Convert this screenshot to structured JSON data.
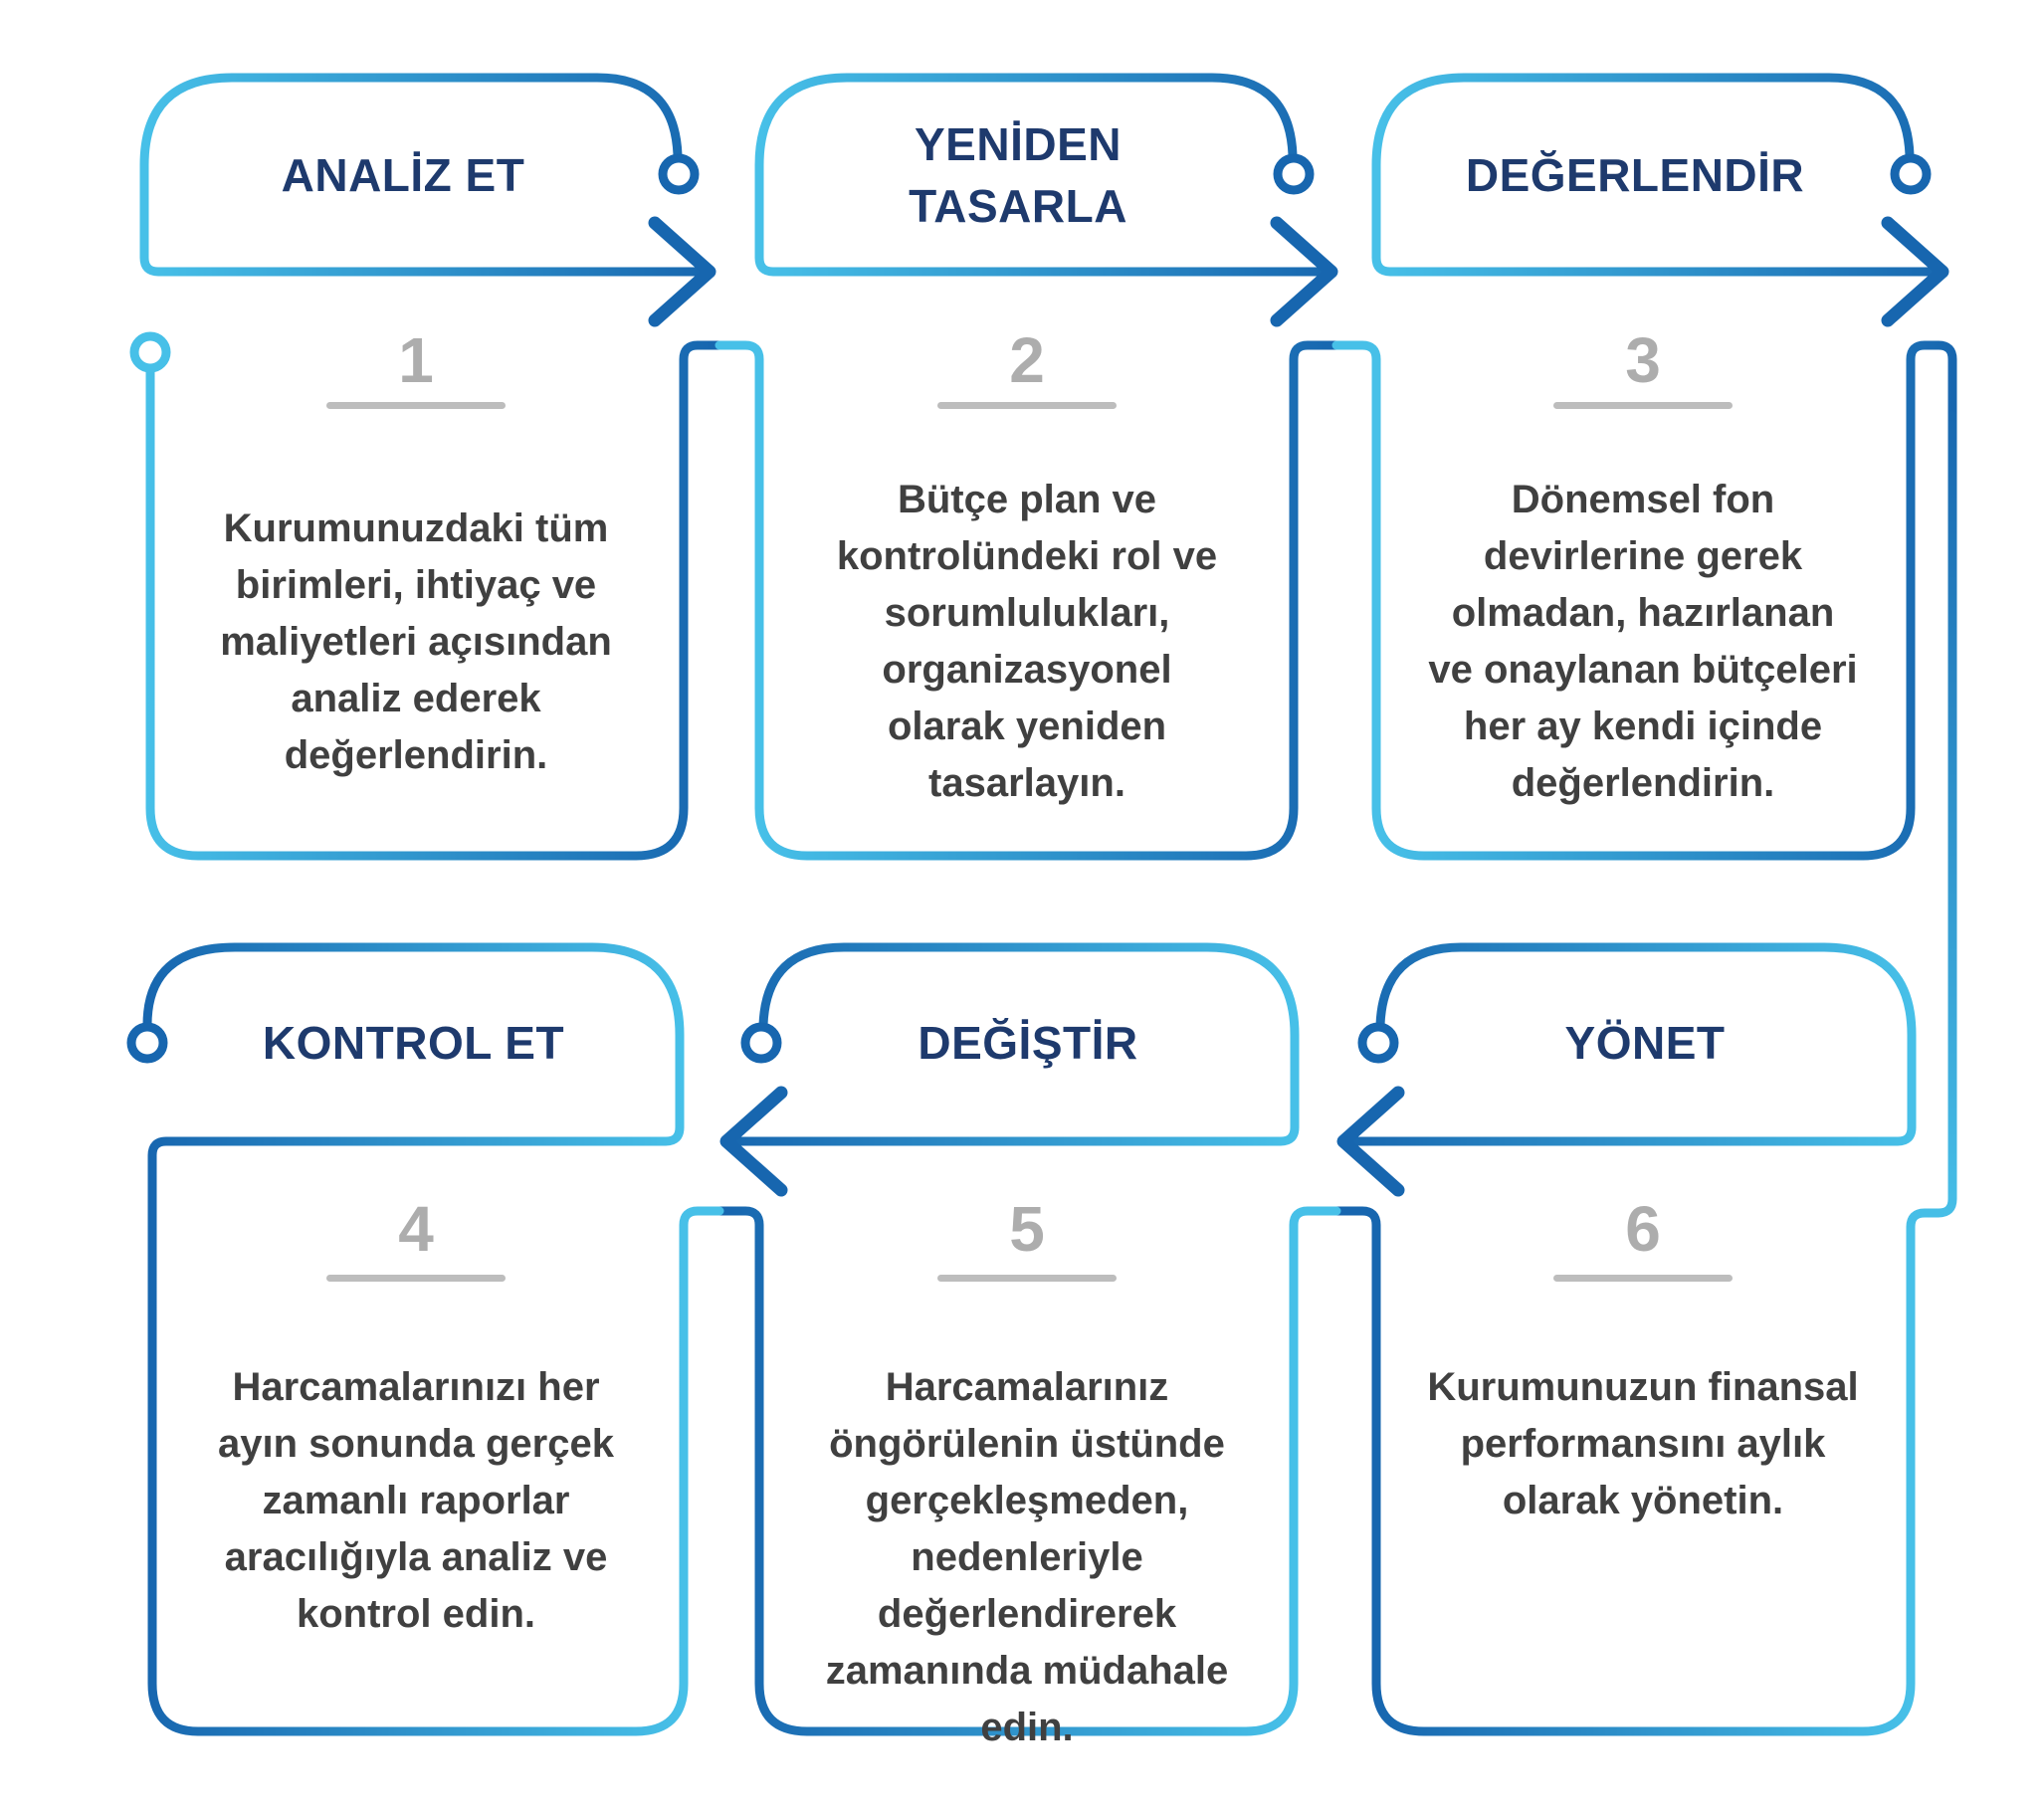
{
  "palette": {
    "light_blue": "#47C0E8",
    "dark_blue": "#1766AF",
    "title_navy": "#1E3A6D",
    "number_gray": "#ADADAD",
    "underline_gray": "#BDBDBD",
    "body_text": "#404040"
  },
  "steps": [
    {
      "number": "1",
      "title": "ANALİZ ET",
      "description": "Kurumunuzdaki tüm\nbirimleri, ihtiyaç ve\nmaliyetleri açısından\nanaliz ederek\ndeğerlendirin."
    },
    {
      "number": "2",
      "title": "YENİDEN\nTASARLA",
      "description": "Bütçe plan ve\nkontrolündeki rol ve\nsorumlulukları,\norganizasyonel\nolarak yeniden\ntasarlayın."
    },
    {
      "number": "3",
      "title": "DEĞERLENDİR",
      "description": "Dönemsel fon\ndevirlerine gerek\nolmadan, hazırlanan\nve onaylanan bütçeleri\nher ay kendi içinde\ndeğerlendirin."
    },
    {
      "number": "4",
      "title": "KONTROL ET",
      "description": "Harcamalarınızı her\nayın sonunda gerçek\nzamanlı raporlar\naracılığıyla analiz ve\nkontrol edin."
    },
    {
      "number": "5",
      "title": "DEĞİŞTİR",
      "description": "Harcamalarınız\nöngörülenin üstünde\ngerçekleşmeden,\nnedenleriyle\ndeğerlendirerek\nzamanında müdahale\nedin."
    },
    {
      "number": "6",
      "title": "YÖNET",
      "description": "Kurumunuzun finansal\nperformansını aylık\nolarak yönetin."
    }
  ]
}
